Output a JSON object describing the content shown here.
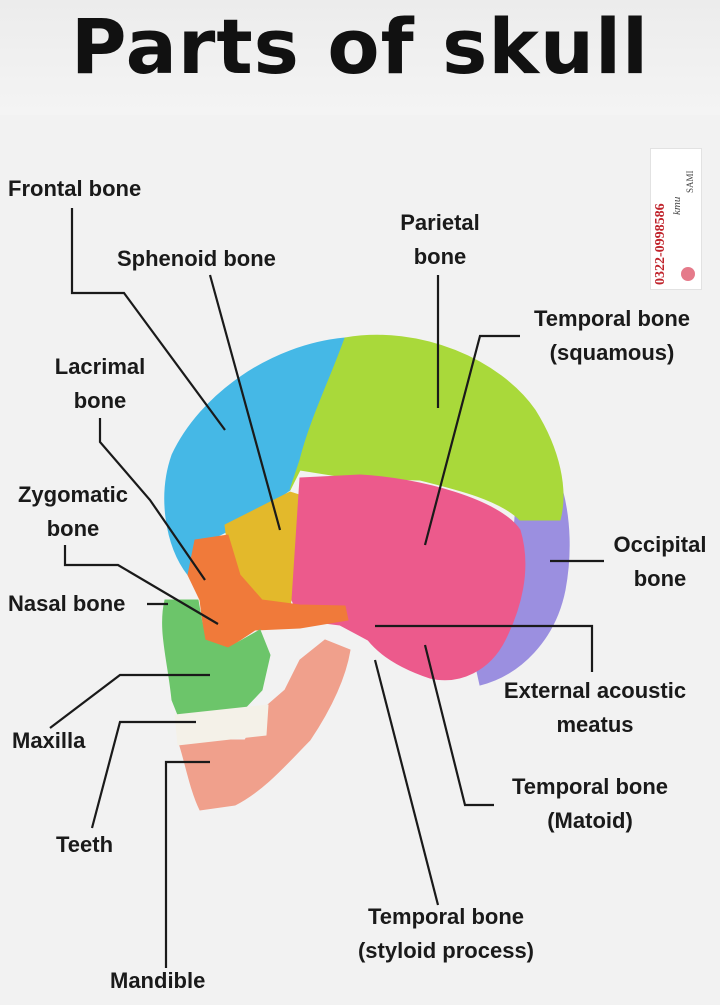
{
  "title": "Parts of skull",
  "labels": {
    "frontal": "Frontal bone",
    "sphenoid": "Sphenoid bone",
    "parietal": [
      "Parietal",
      "bone"
    ],
    "temporal_squamous": [
      "Temporal bone",
      "(squamous)"
    ],
    "lacrimal": [
      "Lacrimal",
      "bone"
    ],
    "zygomatic": [
      "Zygomatic",
      "bone"
    ],
    "nasal": "Nasal bone",
    "occipital": [
      "Occipital",
      "bone"
    ],
    "external_acoustic": [
      "External acoustic",
      "meatus"
    ],
    "maxilla": "Maxilla",
    "temporal_mastoid": [
      "Temporal bone",
      "(Matoid)"
    ],
    "teeth": "Teeth",
    "temporal_styloid": [
      "Temporal bone",
      "(styloid process)"
    ],
    "mandible": "Mandible"
  },
  "watermark": {
    "phone": "0322-0998586",
    "brand": "kmu",
    "name": "SAMI"
  },
  "colors": {
    "frontal": "#45b8e6",
    "parietal": "#a9d93a",
    "temporal": "#ec5a8c",
    "occipital": "#9b8fe0",
    "sphenoid": "#e3b92b",
    "zygomatic": "#f07a3a",
    "maxilla": "#6cc56a",
    "mandible": "#f0a08c",
    "teeth": "#f4f1e8",
    "leader": "#1a1a1a"
  }
}
